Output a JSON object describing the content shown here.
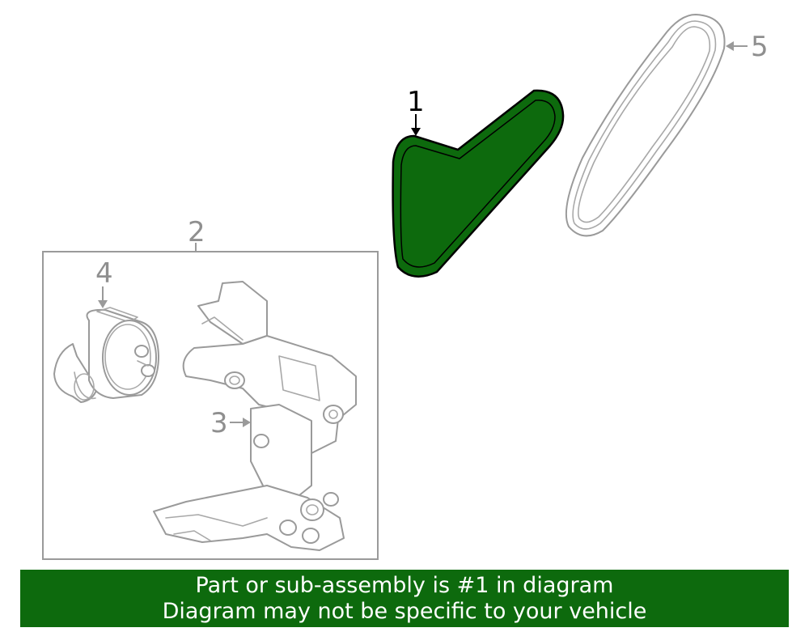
{
  "callouts": {
    "c1": "1",
    "c2": "2",
    "c3": "3",
    "c4": "4",
    "c5": "5"
  },
  "banner": {
    "line1": "Part or sub-assembly is #1 in diagram",
    "line2": "Diagram may not be specific to your vehicle"
  },
  "colors": {
    "highlight": "#0d6a0d",
    "line": "#9a9a9a"
  }
}
